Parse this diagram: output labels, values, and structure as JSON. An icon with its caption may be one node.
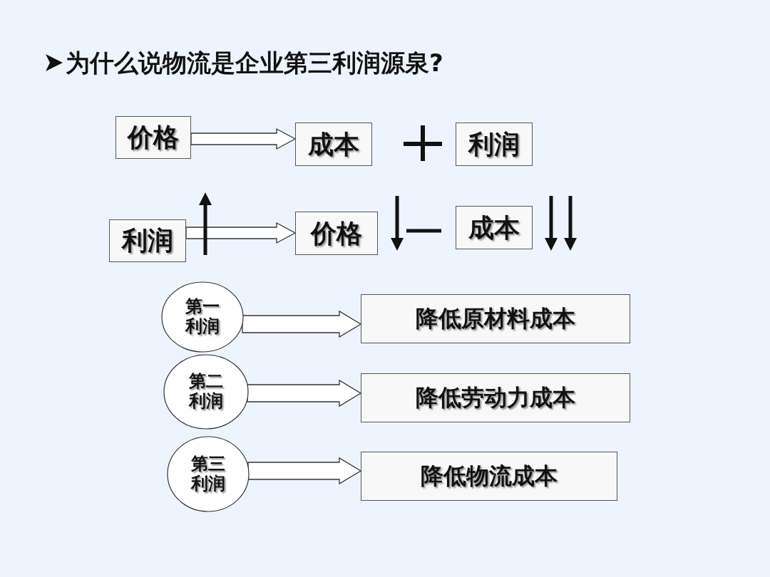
{
  "diagram": {
    "title": "为什么说物流是企业第三利润源泉?",
    "nodes": [
      {
        "text": [
          "价格"
        ]
      },
      {
        "text": [
          "成本"
        ]
      },
      {
        "text": [
          "利润"
        ]
      },
      {
        "text": [
          "利润"
        ]
      },
      {
        "text": [
          "价格"
        ]
      },
      {
        "text": [
          "成本"
        ]
      },
      {
        "text": [
          "第一利润"
        ]
      },
      {
        "text": [
          "降低原材料成本"
        ]
      },
      {
        "text": [
          "第二利润"
        ]
      },
      {
        "text": [
          "降低劳动力成本"
        ]
      },
      {
        "text": [
          "第三利润"
        ]
      },
      {
        "text": [
          "降低物流成本"
        ]
      }
    ],
    "edges": [
      {
        "from": 0,
        "to": 1,
        "arrow": "to"
      },
      {
        "from": 3,
        "to": 4,
        "arrow": "to"
      },
      {
        "from": 6,
        "to": 7,
        "arrow": "to"
      },
      {
        "from": 8,
        "to": 9,
        "arrow": "to"
      },
      {
        "from": 10,
        "to": 11,
        "arrow": "to"
      }
    ]
  }
}
